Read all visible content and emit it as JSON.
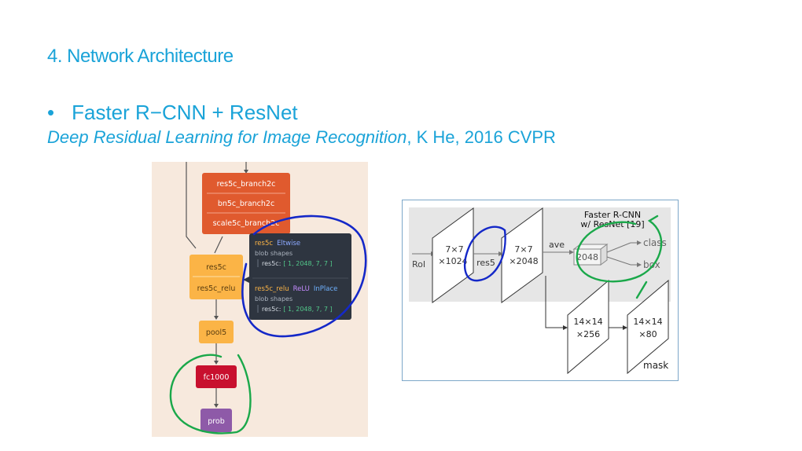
{
  "slide": {
    "title": "4. Network Architecture",
    "bullet": "Faster R−CNN + ResNet",
    "citation_paper": "Deep Residual Learning for Image Recognition",
    "citation_rest": ", K He, 2016 CVPR"
  },
  "left_figure": {
    "branch_nodes": [
      "res5c_branch2c",
      "bn5c_branch2c",
      "scale5c_branch2c"
    ],
    "res5c_label": "res5c",
    "res5c_relu_label": "res5c_relu",
    "pool5_label": "pool5",
    "fc1000_label": "fc1000",
    "prob_label": "prob",
    "tooltip": {
      "layer1_name": "res5c",
      "layer1_type": "Eltwise",
      "blob_shapes_1": "blob shapes",
      "shape1_key": "res5c:",
      "shape1_val": "[ 1, 2048, 7, 7 ]",
      "layer2_name": "res5c_relu",
      "layer2_type": "ReLU",
      "layer2_flag": "InPlace",
      "blob_shapes_2": "blob shapes",
      "shape2_key": "res5c:",
      "shape2_val": "[ 1, 2048, 7, 7 ]"
    }
  },
  "right_figure": {
    "header_line1": "Faster R-CNN",
    "header_line2": "w/ ResNet [19]",
    "roi": "RoI",
    "box1_line1": "7×7",
    "box1_line2": "×1024",
    "res5": "res5",
    "box2_line1": "7×7",
    "box2_line2": "×2048",
    "ave": "ave",
    "vec": "2048",
    "class": "class",
    "box": "box",
    "mask_box1_line1": "14×14",
    "mask_box1_line2": "×256",
    "mask_box2_line1": "14×14",
    "mask_box2_line2": "×80",
    "mask": "mask"
  },
  "colors": {
    "title": "#1aa3d8",
    "orange_node": "#e05a2e",
    "yellow_node": "#fbb446",
    "red_node": "#c8102e",
    "purple_node": "#8e5aa8",
    "tooltip_bg": "#2e3540",
    "blue_ink": "#1428c8",
    "green_ink": "#1aa84a"
  }
}
